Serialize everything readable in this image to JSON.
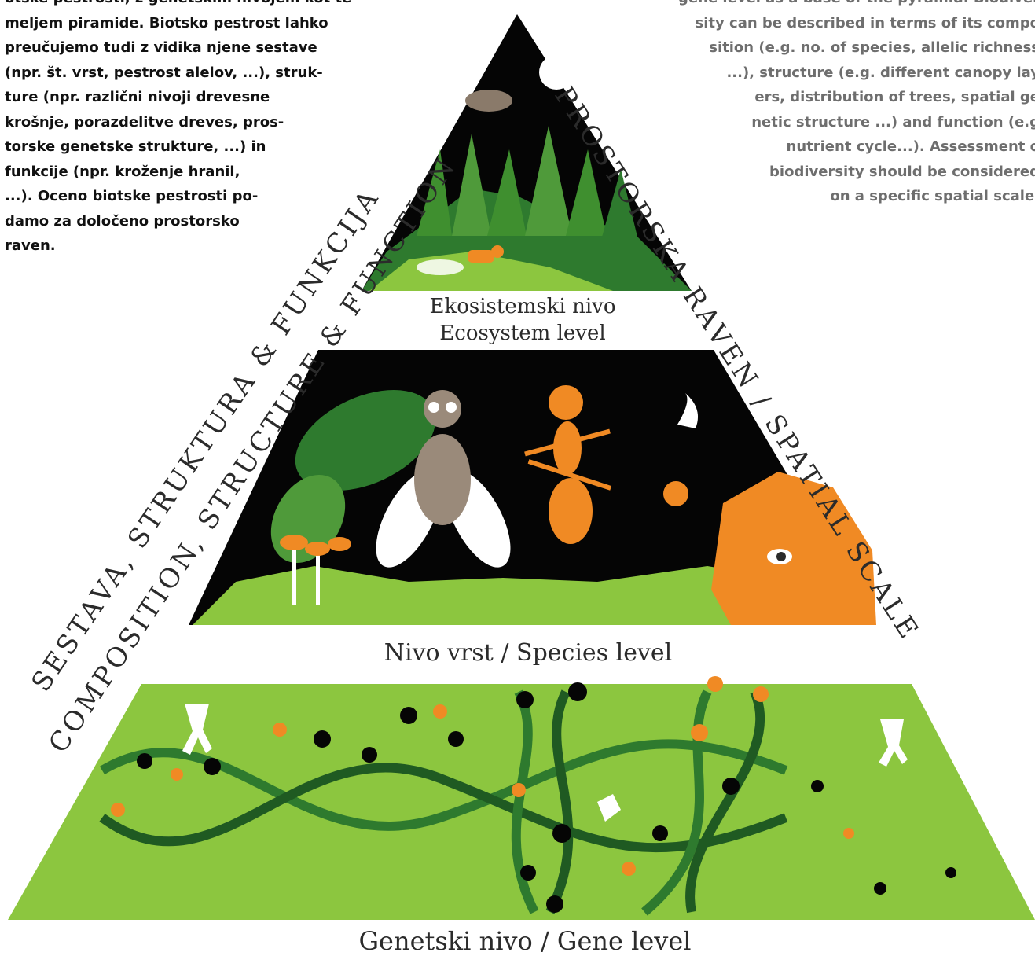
{
  "text_sl": {
    "lines": [
      "otske pestrosti, z genetskim nivojem kot te-",
      "meljem piramide. Biotsko pestrost lahko",
      "preučujemo tudi z vidika njene sestave",
      "(npr. št. vrst, pestrost alelov, ...), struk-",
      "ture (npr. različni nivoji drevesne",
      "krošnje, porazdelitve dreves, pros-",
      "torske genetske strukture, ...) in",
      "funkcije (npr. kroženje hranil,",
      "...). Oceno biotske pestrosti po-",
      "damo za določeno prostorsko",
      "raven."
    ]
  },
  "text_en": {
    "lines": [
      "gene level as a base of the pyramid. Biodiver",
      "sity can be described in terms of its compo",
      "sition (e.g. no. of species, allelic richness",
      "...), structure (e.g. different canopy lay",
      "ers, distribution of trees, spatial ge",
      "netic structure ...) and function (e.g",
      "nutrient cycle...). Assessment o",
      "biodiversity should be considered",
      "on a specific spatial scale."
    ]
  },
  "pyramid": {
    "levels": {
      "ecosystem": [
        "Ekosistemski nivo",
        "Ecosystem level"
      ],
      "species": "Nivo vrst / Species level",
      "gene": "Genetski nivo / Gene level"
    },
    "left_side": {
      "outer": "SESTAVA, STRUKTURA & FUNKCIJA",
      "inner": "COMPOSITION, STRUCTURE & FUNCTION"
    },
    "right_side": {
      "outer": "PROSTORSKA RAVEN / SPATIAL SCALE"
    }
  },
  "colors": {
    "night": "#050505",
    "dark_green": "#2e7a2e",
    "mid_green": "#4f9a3a",
    "light_green": "#8cc63f",
    "orange": "#f08a24",
    "text_dark": "#2b2b2b",
    "text_grey": "#6e6e6e"
  }
}
